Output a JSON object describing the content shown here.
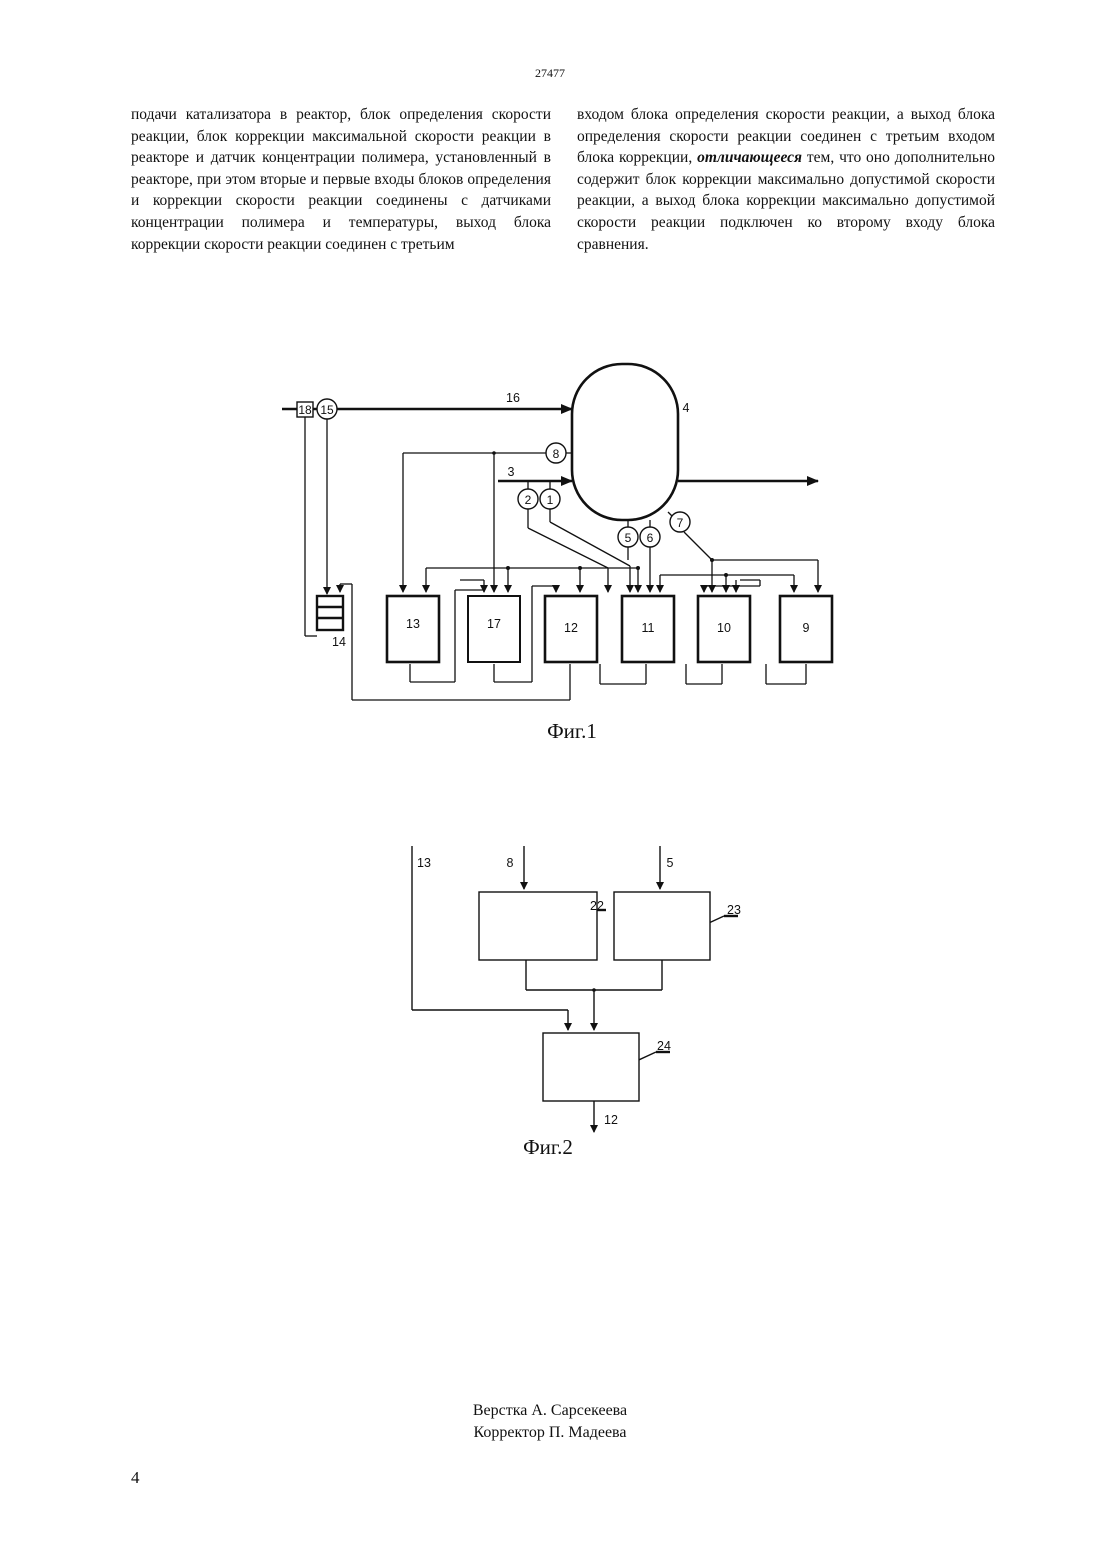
{
  "header": {
    "patent_number": "27477"
  },
  "body": {
    "left_column": "подачи катализатора в реактор, блок определения скорости реакции, блок коррекции максимальной скорости реакции в реакторе и датчик концентрации полимера, установленный в реакторе, при этом вторые и первые входы блоков определения и коррекции скорости реакции соединены с датчиками концентрации полимера и температуры, выход блока коррекции скорости реакции соединен с третьим",
    "right_column_before": "входом блока определения скорости реакции, а выход блока определения скорости реакции соединен с третьим входом блока коррекции,",
    "right_column_emphasis": "отличающееся",
    "right_column_after": "тем, что оно дополнительно содержит блок коррекции максимально допустимой скорости реакции, а выход блока коррекции максимально допустимой скорости реакции подключен ко второму входу блока сравнения."
  },
  "figure1": {
    "caption": "Фиг.1",
    "labels": {
      "l18": "18",
      "l15": "15",
      "l16": "16",
      "l4": "4",
      "l8": "8",
      "l3": "3",
      "l2": "2",
      "l1": "1",
      "l5": "5",
      "l6": "6",
      "l7": "7",
      "l14": "14",
      "b13": "13",
      "b17": "17",
      "b12": "12",
      "b11": "11",
      "b10": "10",
      "b9": "9"
    }
  },
  "figure2": {
    "caption": "Фиг.2",
    "labels": {
      "in13": "13",
      "in8": "8",
      "in5": "5",
      "b22": "22",
      "b23": "23",
      "b24": "24",
      "out12": "12"
    }
  },
  "footer": {
    "layout_credit": "Верстка А. Сарсекеева",
    "proof_credit": "Корректор П. Мадеева",
    "page_number": "4"
  }
}
